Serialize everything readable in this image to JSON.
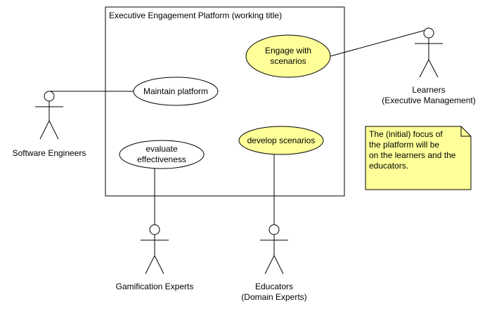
{
  "system": {
    "title": "Executive Engagement Platform (working title)"
  },
  "use_cases": {
    "engage": {
      "line1": "Engage with",
      "line2": "scenarios",
      "fill": "#ffff99"
    },
    "maintain": {
      "label": "Maintain platform",
      "fill": "#ffffff"
    },
    "develop": {
      "label": "develop scenarios",
      "fill": "#ffff99"
    },
    "evaluate": {
      "line1": "evaluate",
      "line2": "effectiveness",
      "fill": "#ffffff"
    }
  },
  "actors": {
    "learners": {
      "line1": "Learners",
      "line2": "(Executive Management)"
    },
    "engineers": {
      "line1": "Software Engineers"
    },
    "gamification": {
      "line1": "Gamification Experts"
    },
    "educators": {
      "line1": "Educators",
      "line2": "(Domain Experts)"
    }
  },
  "note": {
    "lines": [
      "The (initial) focus of",
      "the platform will be",
      "on the learners and the",
      "educators."
    ],
    "fill": "#ffff99"
  },
  "colors": {
    "stroke": "#000000",
    "highlight": "#ffff99",
    "background": "#ffffff"
  }
}
